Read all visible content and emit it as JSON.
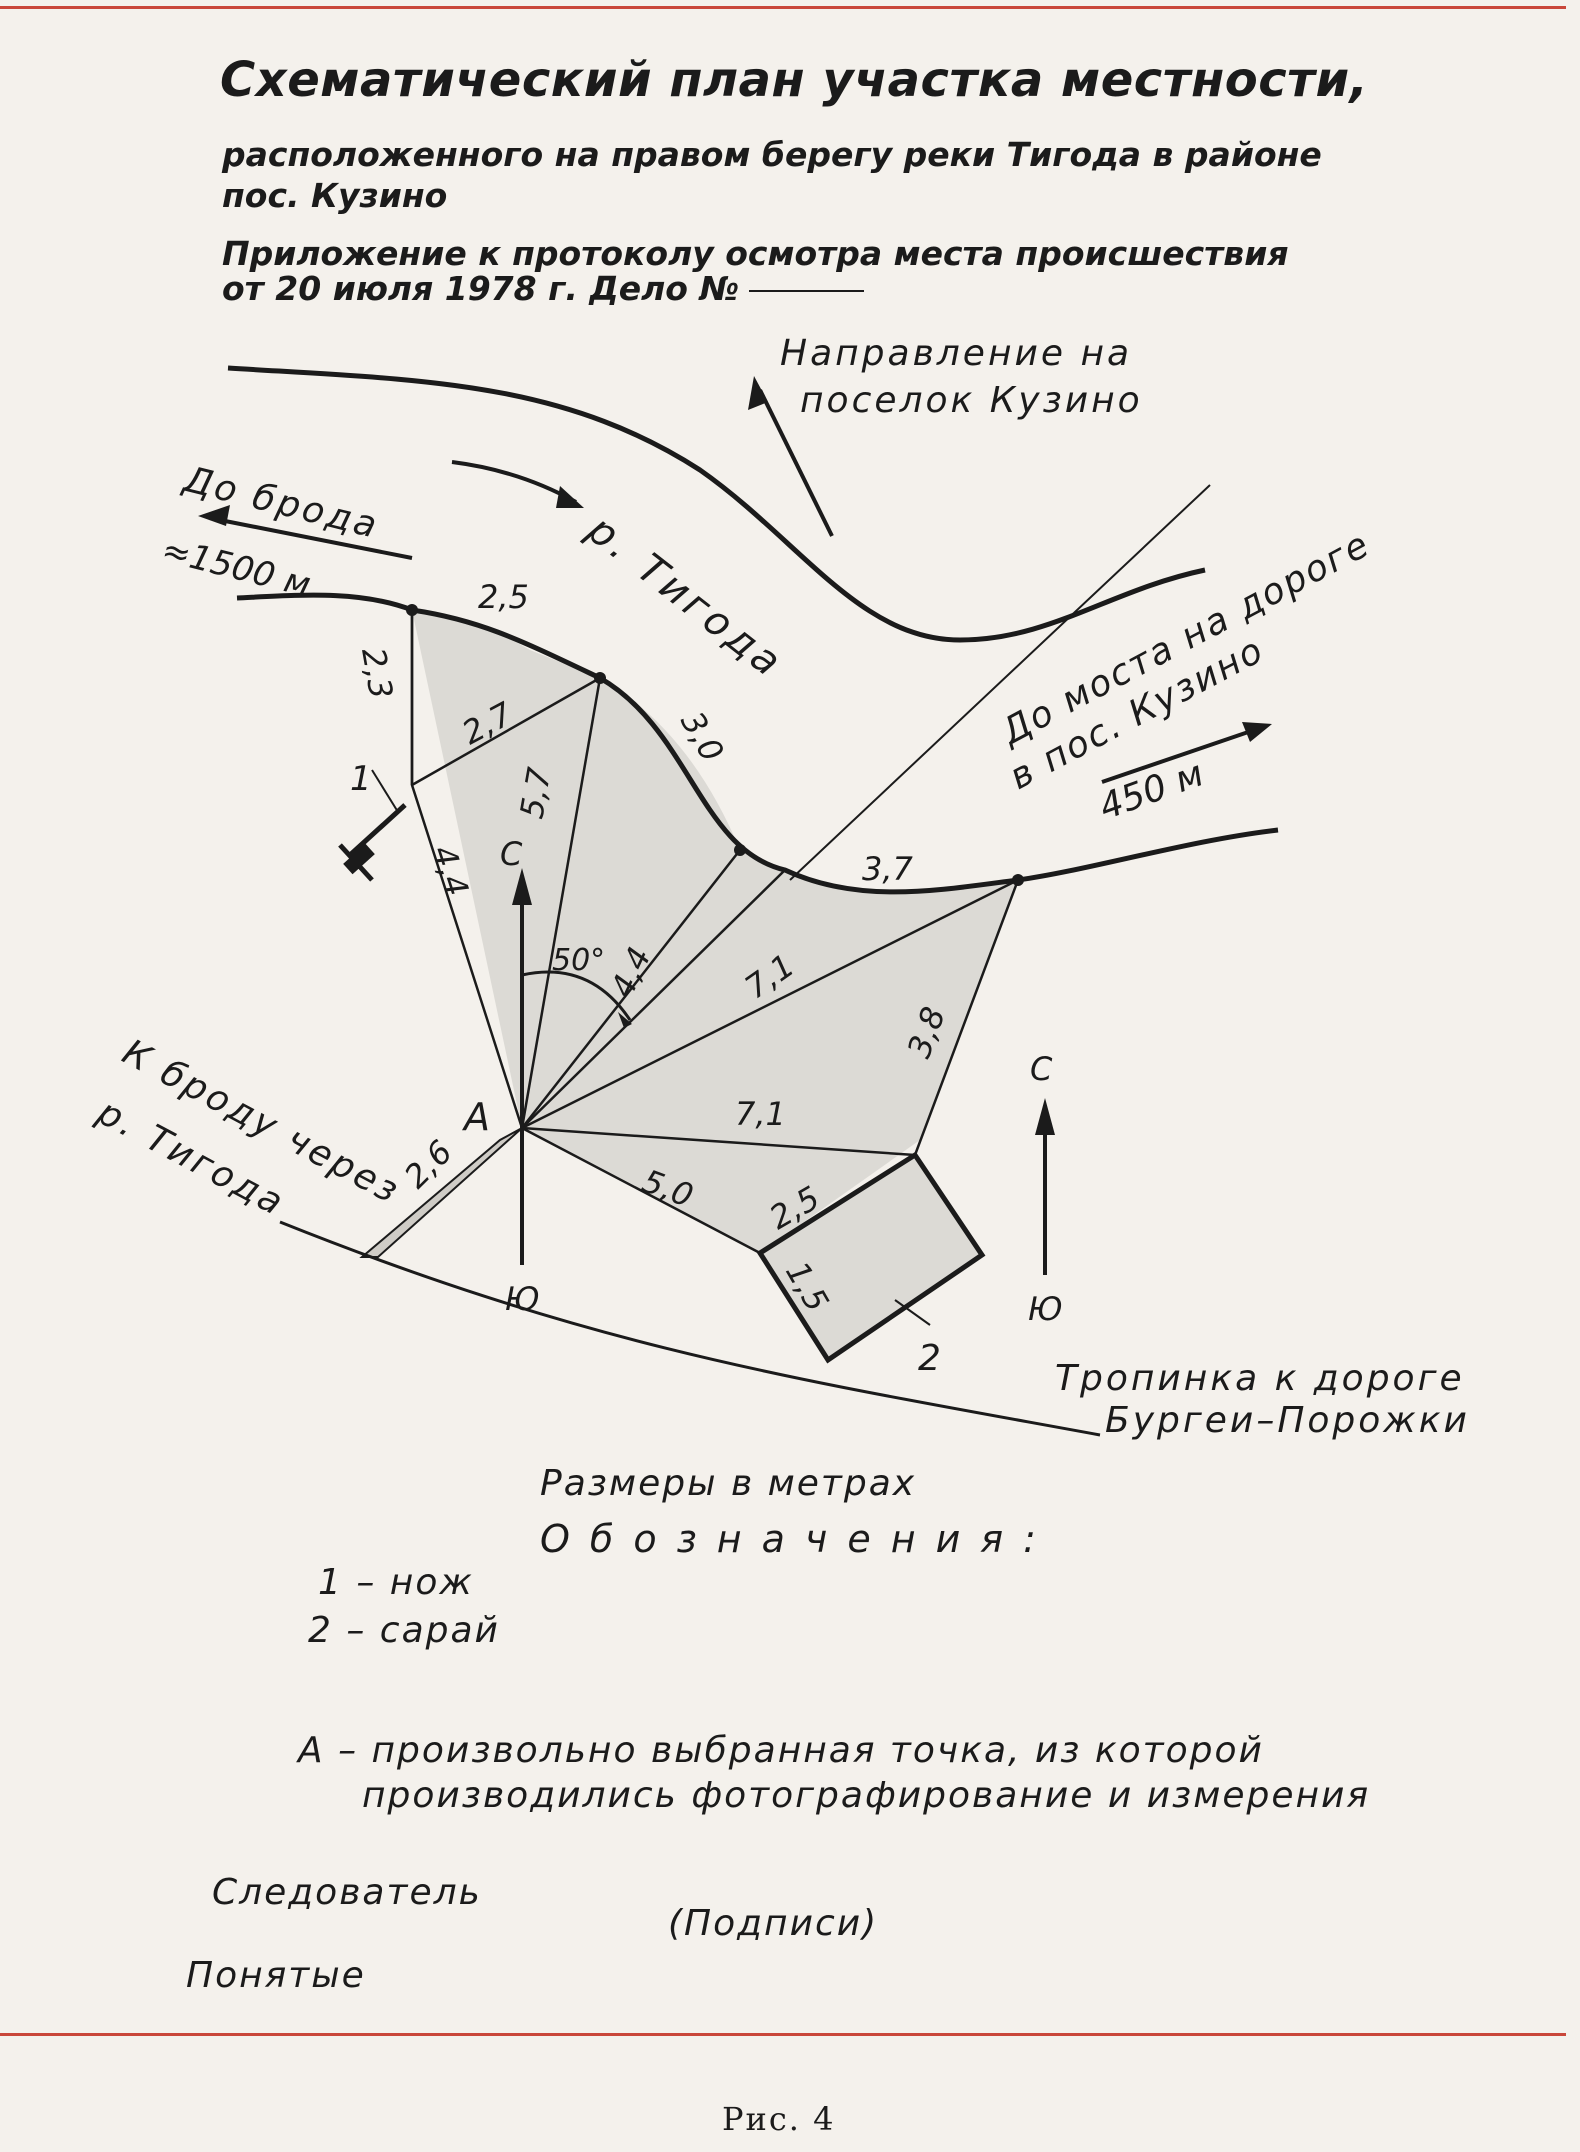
{
  "header": {
    "title": "Схематический план участка местности,",
    "subtitle_line1": "расположенного на правом берегу реки Тигода в районе",
    "subtitle_line2": "пос. Кузино",
    "appendix_line1": "Приложение к протоколу осмотра места происшествия",
    "appendix_line2": "от 20 июля 1978 г. Дело №"
  },
  "map_labels": {
    "direction_line1": "Направление на",
    "direction_line2": "поселок Кузино",
    "ford_line1": "До брода",
    "ford_line2": "≈1500 м",
    "river": "р. Тигода",
    "bridge_line1": "До моста на дороге",
    "bridge_line2": "в пос. Кузино",
    "bridge_dist": "450 м",
    "ford_path_line1": "К броду через",
    "ford_path_line2": "р. Тигода",
    "trail_line1": "Тропинка к дороге",
    "trail_line2": "Бургеи–Порожки",
    "north1": "С",
    "south1": "Ю",
    "north2": "С",
    "south2": "Ю",
    "point_a": "А",
    "angle": "50°",
    "marker_knife": "1",
    "marker_shed": "2"
  },
  "measurements": {
    "m_2_5_top": "2,5",
    "m_2_3": "2,3",
    "m_2_7": "2,7",
    "m_3_0": "3,0",
    "m_5_7": "5,7",
    "m_4_4_left": "4,4",
    "m_4_4_center": "4,4",
    "m_3_7": "3,7",
    "m_7_1_upper": "7,1",
    "m_3_8": "3,8",
    "m_7_1_lower": "7,1",
    "m_5_0": "5,0",
    "m_2_5_shed": "2,5",
    "m_1_5": "1,5",
    "m_2_6": "2,6"
  },
  "footer": {
    "units": "Размеры в метрах",
    "legend_title": "Обозначения:",
    "legend_1": "1 – нож",
    "legend_2": "2 – сарай",
    "point_a_line1": "А – произвольно выбранная точка, из которой",
    "point_a_line2": "производились фотографирование и измерения",
    "investigator": "Следователь",
    "signatures": "(Подписи)",
    "witnesses": "Понятые",
    "figure_caption": "Рис. 4"
  },
  "colors": {
    "rule": "#c9473a",
    "paper": "#f4f1ec",
    "area_fill": "#dcdad5",
    "ink": "#1b1b1b"
  }
}
